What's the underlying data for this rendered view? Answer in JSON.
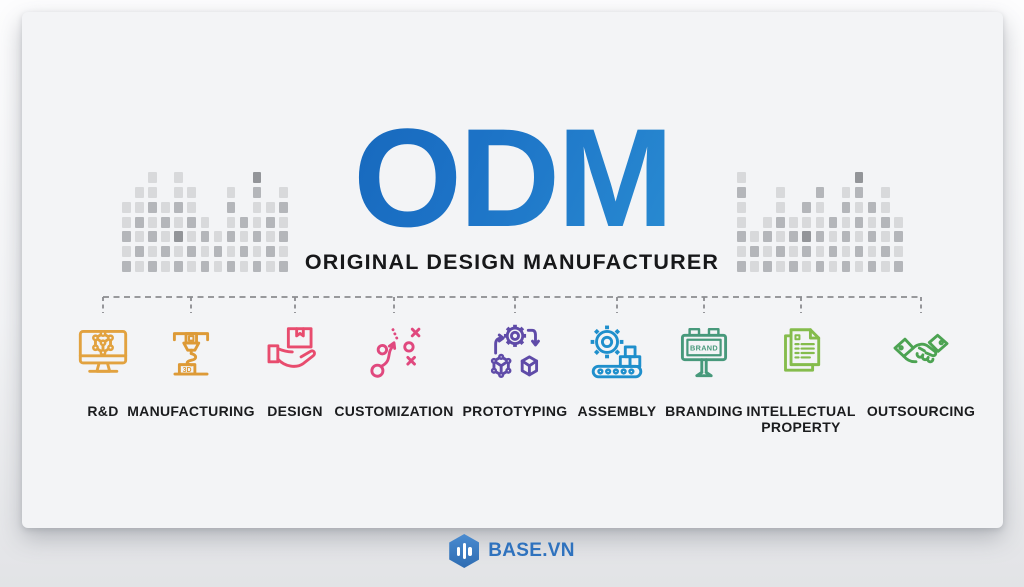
{
  "page": {
    "title": "ODM",
    "subtitle": "ORIGINAL DESIGN MANUFACTURER"
  },
  "items": [
    {
      "label": "R&D",
      "icon": "monitor-3d-cube-icon",
      "color": "#E2A23F"
    },
    {
      "label": "MANUFACTURING",
      "icon": "printer-3d-icon",
      "color": "#DD9A37"
    },
    {
      "label": "DESIGN",
      "icon": "hand-holding-box-icon",
      "color": "#E84C6E"
    },
    {
      "label": "CUSTOMIZATION",
      "icon": "strategy-plan-icon",
      "color": "#E0487E"
    },
    {
      "label": "PROTOTYPING",
      "icon": "gear-cycle-cubes-icon",
      "color": "#5F4BA8"
    },
    {
      "label": "ASSEMBLY",
      "icon": "gear-conveyor-icon",
      "color": "#1F8FCC"
    },
    {
      "label": "BRANDING",
      "icon": "billboard-icon",
      "color": "#47997B"
    },
    {
      "label": "INTELLECTUAL PROPERTY",
      "icon": "patent-documents-icon",
      "color": "#85BC4C"
    },
    {
      "label": "OUTSOURCING",
      "icon": "handshake-icon",
      "color": "#4CA352"
    }
  ],
  "icon_texts": {
    "printer_label": "3D",
    "billboard_label": "BRAND"
  },
  "footer": {
    "brand": "BASE.VN"
  },
  "colors": {
    "title_gradient_from": "#0E56AB",
    "title_gradient_mid": "#1C72C6",
    "title_gradient_to": "#38A8E0",
    "subtitle_text": "#17181A",
    "label_text": "#1B1C1E",
    "dash_line": "#8B8C90",
    "card_background": "#F3F4F6",
    "logo_hex_from": "#4A8BD0",
    "logo_hex_to": "#2E6CB2",
    "logo_text": "#2F72BE",
    "bar_shades": [
      "#d8d9db",
      "#b4b6ba",
      "#939599"
    ]
  },
  "decor": {
    "left_bars": [
      [
        1,
        0,
        1,
        0,
        0
      ],
      [
        0,
        1,
        0,
        1,
        0,
        0
      ],
      [
        1,
        0,
        1,
        0,
        1,
        0,
        0
      ],
      [
        0,
        1,
        0,
        1,
        0
      ],
      [
        1,
        0,
        2,
        0,
        1,
        0,
        0
      ],
      [
        0,
        1,
        0,
        1,
        0,
        0
      ],
      [
        1,
        0,
        1,
        0
      ],
      [
        0,
        1,
        0
      ],
      [
        1,
        0,
        1,
        0,
        1,
        0
      ],
      [
        0,
        1,
        0,
        1
      ],
      [
        1,
        0,
        1,
        0,
        0,
        1,
        2
      ],
      [
        0,
        1,
        0,
        1,
        0
      ],
      [
        1,
        0,
        1,
        0,
        1,
        0
      ]
    ],
    "right_bars": [
      [
        1,
        0,
        1,
        0,
        0,
        1,
        0
      ],
      [
        0,
        1,
        0
      ],
      [
        1,
        0,
        1,
        0
      ],
      [
        0,
        1,
        0,
        1,
        0,
        0
      ],
      [
        1,
        0,
        1,
        0
      ],
      [
        0,
        1,
        2,
        0,
        1
      ],
      [
        1,
        0,
        1,
        0,
        0,
        1
      ],
      [
        0,
        1,
        0,
        1
      ],
      [
        1,
        0,
        1,
        0,
        1,
        0
      ],
      [
        0,
        1,
        0,
        1,
        0,
        1,
        2
      ],
      [
        1,
        0,
        1,
        0,
        1
      ],
      [
        0,
        1,
        0,
        1,
        0,
        0
      ],
      [
        1,
        0,
        1,
        0
      ]
    ]
  }
}
